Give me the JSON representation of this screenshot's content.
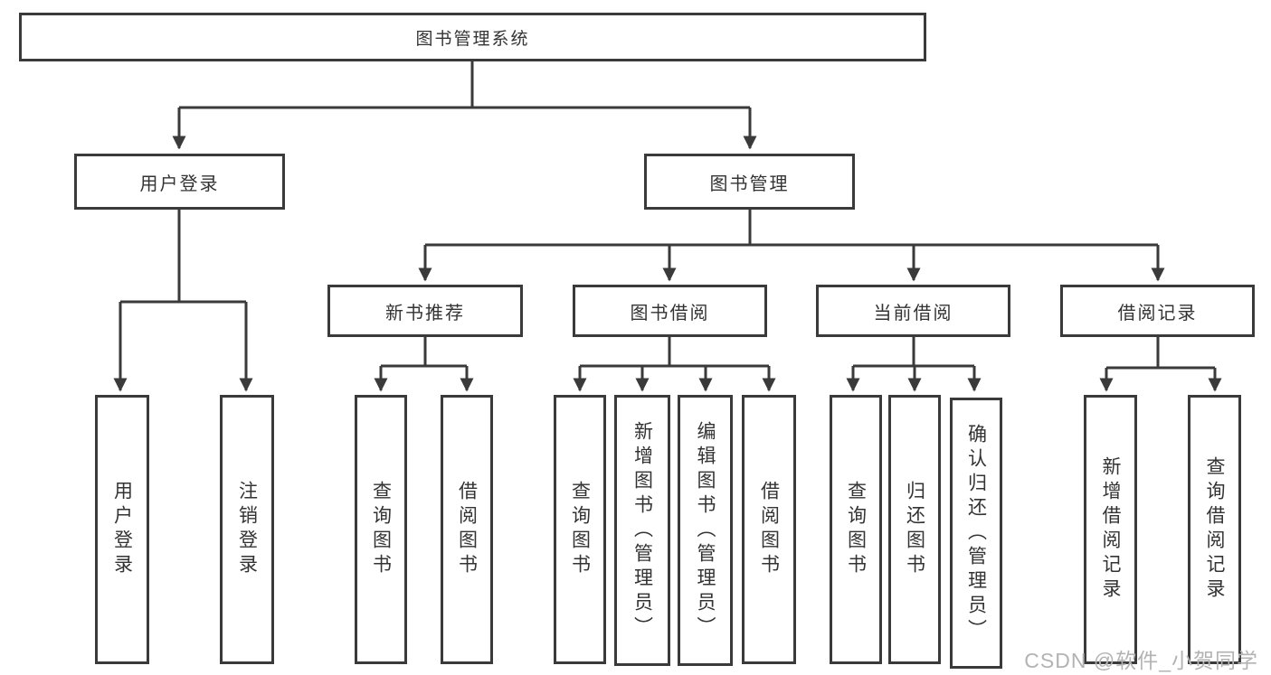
{
  "tree": {
    "label": "图书管理系统",
    "children": [
      {
        "label": "用户登录",
        "children": [
          {
            "label": "用户登录"
          },
          {
            "label": "注销登录"
          }
        ]
      },
      {
        "label": "图书管理",
        "children": [
          {
            "label": "新书推荐",
            "children": [
              {
                "label": "查询图书"
              },
              {
                "label": "借阅图书"
              }
            ]
          },
          {
            "label": "图书借阅",
            "children": [
              {
                "label": "查询图书"
              },
              {
                "label": "新增图书（管理员）"
              },
              {
                "label": "编辑图书（管理员）"
              },
              {
                "label": "借阅图书"
              }
            ]
          },
          {
            "label": "当前借阅",
            "children": [
              {
                "label": "查询图书"
              },
              {
                "label": "归还图书"
              },
              {
                "label": "确认归还（管理员）"
              }
            ]
          },
          {
            "label": "借阅记录",
            "children": [
              {
                "label": "新增借阅记录"
              },
              {
                "label": "查询借阅记录"
              }
            ]
          }
        ]
      }
    ]
  },
  "watermark": "CSDN @软件_小贺同学",
  "colors": {
    "line": "#3a3a3a",
    "text": "#333333",
    "watermark": "#b3b3b3"
  }
}
